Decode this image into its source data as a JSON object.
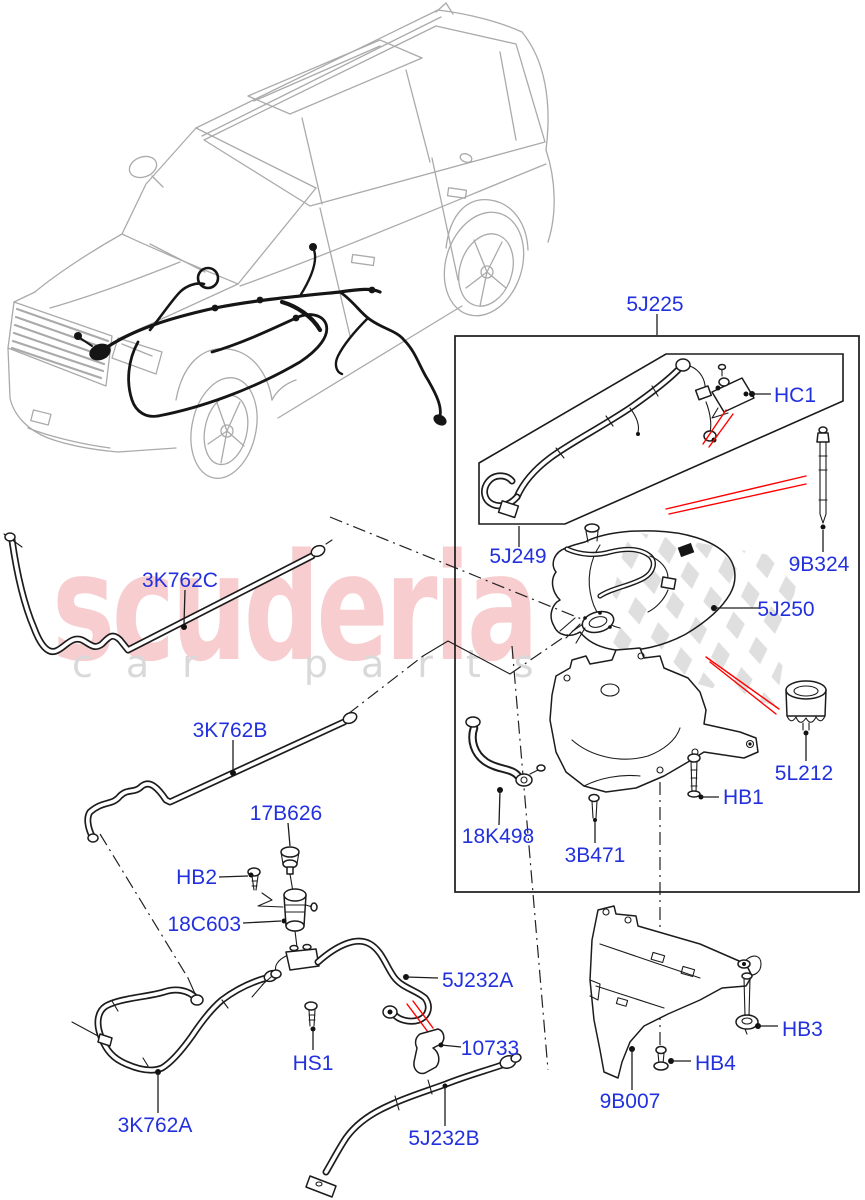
{
  "watermark": {
    "brand": "scuderia",
    "tagline": "car parts"
  },
  "colors": {
    "label_blue": "#2231dd",
    "arrow_red": "#ff0000",
    "line_black": "#1c1c1c",
    "car_outline_gray": "#aaaaaa",
    "watermark_pink": "rgba(225,60,70,0.26)",
    "watermark_gray": "#d9d9d9",
    "checker_gray": "#d7d7d7"
  },
  "callouts": [
    {
      "code": "5J225"
    },
    {
      "code": "HC1"
    },
    {
      "code": "5J249"
    },
    {
      "code": "9B324"
    },
    {
      "code": "5J250"
    },
    {
      "code": "3K762C"
    },
    {
      "code": "5L212"
    },
    {
      "code": "3K762B"
    },
    {
      "code": "HB1"
    },
    {
      "code": "18K498"
    },
    {
      "code": "3B471"
    },
    {
      "code": "17B626"
    },
    {
      "code": "HB2"
    },
    {
      "code": "18C603"
    },
    {
      "code": "HS1"
    },
    {
      "code": "3K762A"
    },
    {
      "code": "5J232A"
    },
    {
      "code": "10733"
    },
    {
      "code": "5J232B"
    },
    {
      "code": "9B007"
    },
    {
      "code": "HB3"
    },
    {
      "code": "HB4"
    }
  ]
}
